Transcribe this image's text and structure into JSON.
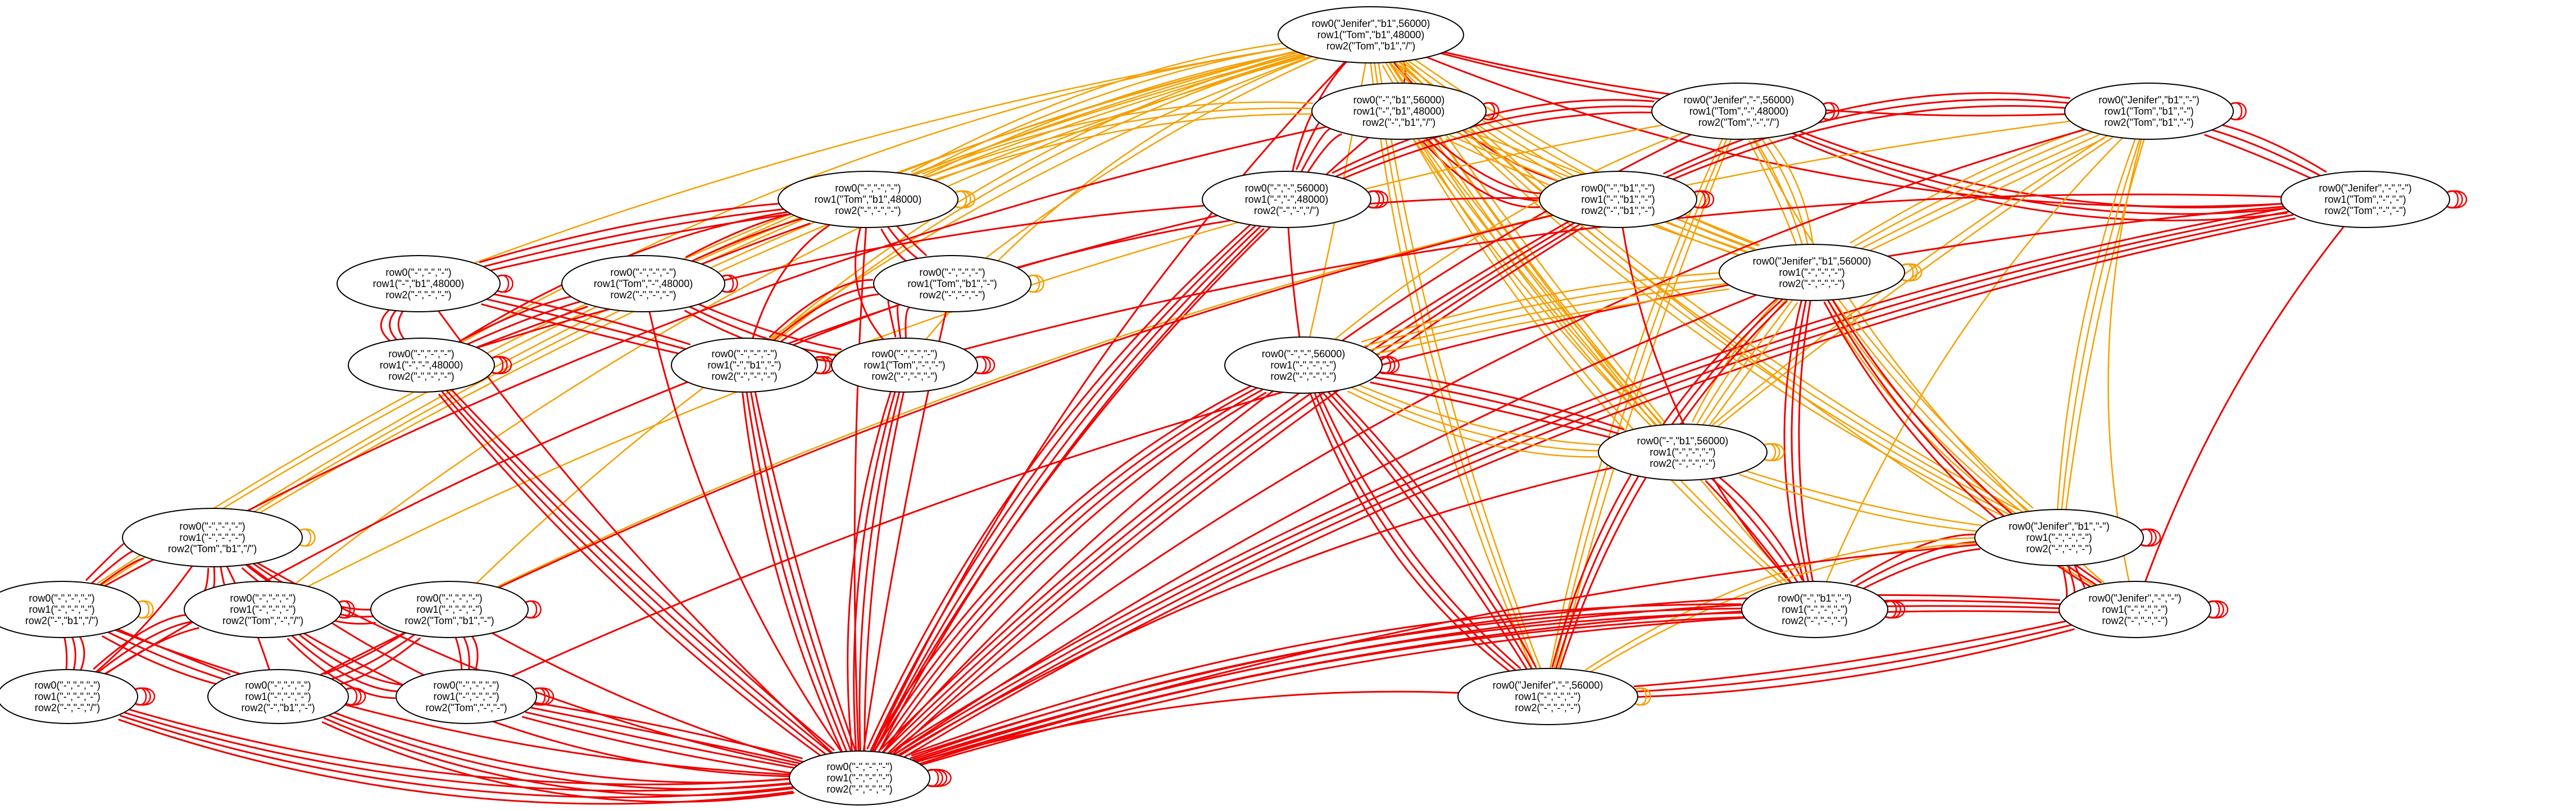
{
  "colors": {
    "red_edge": "#ee0000",
    "orange_edge": "#f5a000",
    "node_border": "#000000",
    "background": "#ffffff"
  },
  "nodes": [
    {
      "id": "n0",
      "lines": [
        "row0(\"Jenifer\",\"b1\",56000)",
        "row1(\"Tom\",\"b1\",48000)",
        "row2(\"Tom\",\"b1\",\"/\")"
      ]
    },
    {
      "id": "n1",
      "lines": [
        "row0(\"-\",\"b1\",56000)",
        "row1(\"-\",\"b1\",48000)",
        "row2(\"-\",\"b1\",\"/\")"
      ]
    },
    {
      "id": "n2",
      "lines": [
        "row0(\"Jenifer\",\"-\",56000)",
        "row1(\"Tom\",\"-\",48000)",
        "row2(\"Tom\",\"-\",\"/\")"
      ]
    },
    {
      "id": "n3",
      "lines": [
        "row0(\"Jenifer\",\"b1\",\"-\")",
        "row1(\"Tom\",\"b1\",\"-\")",
        "row2(\"Tom\",\"b1\",\"-\")"
      ]
    },
    {
      "id": "n4",
      "lines": [
        "row0(\"-\",\"-\",\"-\")",
        "row1(\"Tom\",\"b1\",48000)",
        "row2(\"-\",\"-\",\"-\")"
      ]
    },
    {
      "id": "n5",
      "lines": [
        "row0(\"-\",\"-\",56000)",
        "row1(\"-\",\"-\",48000)",
        "row2(\"-\",\"-\",\"/\")"
      ]
    },
    {
      "id": "n6",
      "lines": [
        "row0(\"-\",\"b1\",\"-\")",
        "row1(\"-\",\"b1\",\"-\")",
        "row2(\"-\",\"b1\",\"-\")"
      ]
    },
    {
      "id": "n7",
      "lines": [
        "row0(\"Jenifer\",\"-\",\"-\")",
        "row1(\"Tom\",\"-\",\"-\")",
        "row2(\"Tom\",\"-\",\"-\")"
      ]
    },
    {
      "id": "n8",
      "lines": [
        "row0(\"-\",\"-\",\"-\")",
        "row1(\"-\",\"b1\",48000)",
        "row2(\"-\",\"-\",\"-\")"
      ]
    },
    {
      "id": "n9",
      "lines": [
        "row0(\"-\",\"-\",\"-\")",
        "row1(\"Tom\",\"-\",48000)",
        "row2(\"-\",\"-\",\"-\")"
      ]
    },
    {
      "id": "n10",
      "lines": [
        "row0(\"-\",\"-\",\"-\")",
        "row1(\"Tom\",\"b1\",\"-\")",
        "row2(\"-\",\"-\",\"-\")"
      ]
    },
    {
      "id": "n11",
      "lines": [
        "row0(\"Jenifer\",\"b1\",56000)",
        "row1(\"-\",\"-\",\"-\")",
        "row2(\"-\",\"-\",\"-\")"
      ]
    },
    {
      "id": "n12",
      "lines": [
        "row0(\"-\",\"-\",\"-\")",
        "row1(\"-\",\"-\",48000)",
        "row2(\"-\",\"-\",\"-\")"
      ]
    },
    {
      "id": "n13",
      "lines": [
        "row0(\"-\",\"-\",\"-\")",
        "row1(\"-\",\"b1\",\"-\")",
        "row2(\"-\",\"-\",\"-\")"
      ]
    },
    {
      "id": "n14",
      "lines": [
        "row0(\"-\",\"-\",\"-\")",
        "row1(\"Tom\",\"-\",\"-\")",
        "row2(\"-\",\"-\",\"-\")"
      ]
    },
    {
      "id": "n15",
      "lines": [
        "row0(\"-\",\"-\",56000)",
        "row1(\"-\",\"-\",\"-\")",
        "row2(\"-\",\"-\",\"-\")"
      ]
    },
    {
      "id": "n16",
      "lines": [
        "row0(\"-\",\"b1\",56000)",
        "row1(\"-\",\"-\",\"-\")",
        "row2(\"-\",\"-\",\"-\")"
      ]
    },
    {
      "id": "n17",
      "lines": [
        "row0(\"-\",\"-\",\"-\")",
        "row1(\"-\",\"-\",\"-\")",
        "row2(\"Tom\",\"b1\",\"/\")"
      ]
    },
    {
      "id": "n18",
      "lines": [
        "row0(\"Jenifer\",\"b1\",\"-\")",
        "row1(\"-\",\"-\",\"-\")",
        "row2(\"-\",\"-\",\"-\")"
      ]
    },
    {
      "id": "n19",
      "lines": [
        "row0(\"-\",\"-\",\"-\")",
        "row1(\"-\",\"-\",\"-\")",
        "row2(\"-\",\"b1\",\"/\")"
      ]
    },
    {
      "id": "n20",
      "lines": [
        "row0(\"-\",\"-\",\"-\")",
        "row1(\"-\",\"-\",\"-\")",
        "row2(\"Tom\",\"-\",\"/\")"
      ]
    },
    {
      "id": "n21",
      "lines": [
        "row0(\"-\",\"-\",\"-\")",
        "row1(\"-\",\"-\",\"-\")",
        "row2(\"Tom\",\"b1\",\"-\")"
      ]
    },
    {
      "id": "n22",
      "lines": [
        "row0(\"-\",\"b1\",\"-\")",
        "row1(\"-\",\"-\",\"-\")",
        "row2(\"-\",\"-\",\"-\")"
      ]
    },
    {
      "id": "n23",
      "lines": [
        "row0(\"Jenifer\",\"-\",\"-\")",
        "row1(\"-\",\"-\",\"-\")",
        "row2(\"-\",\"-\",\"-\")"
      ]
    },
    {
      "id": "n24",
      "lines": [
        "row0(\"-\",\"-\",\"-\")",
        "row1(\"-\",\"-\",\"-\")",
        "row2(\"-\",\"-\",\"/\")"
      ]
    },
    {
      "id": "n25",
      "lines": [
        "row0(\"-\",\"-\",\"-\")",
        "row1(\"-\",\"-\",\"-\")",
        "row2(\"-\",\"b1\",\"-\")"
      ]
    },
    {
      "id": "n26",
      "lines": [
        "row0(\"-\",\"-\",\"-\")",
        "row1(\"-\",\"-\",\"-\")",
        "row2(\"Tom\",\"-\",\"-\")"
      ]
    },
    {
      "id": "n27",
      "lines": [
        "row0(\"Jenifer\",\"-\",56000)",
        "row1(\"-\",\"-\",\"-\")",
        "row2(\"-\",\"-\",\"-\")"
      ]
    },
    {
      "id": "n28",
      "lines": [
        "row0(\"-\",\"-\",\"-\")",
        "row1(\"-\",\"-\",\"-\")",
        "row2(\"-\",\"-\",\"-\")"
      ]
    }
  ],
  "edges": [
    [
      "n0",
      "n1",
      "red",
      1
    ],
    [
      "n0",
      "n2",
      "red",
      1
    ],
    [
      "n0",
      "n3",
      "red",
      1
    ],
    [
      "n0",
      "n4",
      "orange",
      3
    ],
    [
      "n0",
      "n5",
      "red",
      1
    ],
    [
      "n0",
      "n6",
      "red",
      1
    ],
    [
      "n0",
      "n7",
      "red",
      1
    ],
    [
      "n0",
      "n8",
      "orange",
      1
    ],
    [
      "n0",
      "n9",
      "orange",
      1
    ],
    [
      "n0",
      "n10",
      "orange",
      1
    ],
    [
      "n0",
      "n11",
      "orange",
      4
    ],
    [
      "n0",
      "n12",
      "orange",
      1
    ],
    [
      "n0",
      "n13",
      "orange",
      2
    ],
    [
      "n0",
      "n14",
      "orange",
      1
    ],
    [
      "n0",
      "n15",
      "orange",
      1
    ],
    [
      "n0",
      "n16",
      "orange",
      4
    ],
    [
      "n0",
      "n17",
      "orange",
      3
    ],
    [
      "n0",
      "n18",
      "orange",
      4
    ],
    [
      "n0",
      "n19",
      "orange",
      2
    ],
    [
      "n0",
      "n20",
      "orange",
      1
    ],
    [
      "n0",
      "n21",
      "orange",
      1
    ],
    [
      "n0",
      "n22",
      "orange",
      1
    ],
    [
      "n0",
      "n23",
      "orange",
      1
    ],
    [
      "n0",
      "n27",
      "orange",
      3
    ],
    [
      "n0",
      "n28",
      "red",
      1
    ],
    [
      "n1",
      "n4",
      "orange",
      3
    ],
    [
      "n1",
      "n5",
      "red",
      3
    ],
    [
      "n1",
      "n6",
      "red",
      3
    ],
    [
      "n1",
      "n11",
      "orange",
      4
    ],
    [
      "n1",
      "n16",
      "orange",
      3
    ],
    [
      "n1",
      "n19",
      "red",
      1
    ],
    [
      "n1",
      "n22",
      "orange",
      2
    ],
    [
      "n1",
      "n28",
      "red",
      1
    ],
    [
      "n2",
      "n5",
      "red",
      3
    ],
    [
      "n2",
      "n7",
      "red",
      3
    ],
    [
      "n2",
      "n11",
      "orange",
      4
    ],
    [
      "n2",
      "n27",
      "orange",
      3
    ],
    [
      "n2",
      "n20",
      "orange",
      1
    ],
    [
      "n2",
      "n15",
      "orange",
      1
    ],
    [
      "n2",
      "n23",
      "orange",
      1
    ],
    [
      "n2",
      "n28",
      "red",
      1
    ],
    [
      "n3",
      "n6",
      "red",
      3
    ],
    [
      "n3",
      "n7",
      "red",
      3
    ],
    [
      "n3",
      "n11",
      "orange",
      4
    ],
    [
      "n3",
      "n18",
      "orange",
      3
    ],
    [
      "n3",
      "n21",
      "orange",
      1
    ],
    [
      "n3",
      "n22",
      "orange",
      1
    ],
    [
      "n3",
      "n23",
      "orange",
      1
    ],
    [
      "n3",
      "n28",
      "red",
      1
    ],
    [
      "n3",
      "n16",
      "orange",
      2
    ],
    [
      "n4",
      "n8",
      "red",
      3
    ],
    [
      "n4",
      "n9",
      "red",
      3
    ],
    [
      "n4",
      "n10",
      "red",
      3
    ],
    [
      "n4",
      "n12",
      "red",
      1
    ],
    [
      "n4",
      "n13",
      "red",
      1
    ],
    [
      "n4",
      "n14",
      "red",
      1
    ],
    [
      "n4",
      "n28",
      "red",
      1
    ],
    [
      "n5",
      "n12",
      "red",
      1
    ],
    [
      "n5",
      "n15",
      "red",
      1
    ],
    [
      "n5",
      "n24",
      "red",
      1
    ],
    [
      "n5",
      "n28",
      "red",
      4
    ],
    [
      "n6",
      "n13",
      "red",
      1
    ],
    [
      "n6",
      "n22",
      "red",
      1
    ],
    [
      "n6",
      "n25",
      "red",
      1
    ],
    [
      "n6",
      "n28",
      "red",
      4
    ],
    [
      "n7",
      "n14",
      "red",
      1
    ],
    [
      "n7",
      "n23",
      "red",
      1
    ],
    [
      "n7",
      "n26",
      "red",
      1
    ],
    [
      "n7",
      "n28",
      "red",
      4
    ],
    [
      "n8",
      "n12",
      "red",
      3
    ],
    [
      "n8",
      "n13",
      "red",
      3
    ],
    [
      "n8",
      "n28",
      "red",
      1
    ],
    [
      "n9",
      "n12",
      "red",
      3
    ],
    [
      "n9",
      "n14",
      "red",
      3
    ],
    [
      "n9",
      "n28",
      "red",
      1
    ],
    [
      "n10",
      "n13",
      "red",
      3
    ],
    [
      "n10",
      "n14",
      "red",
      3
    ],
    [
      "n10",
      "n28",
      "red",
      1
    ],
    [
      "n11",
      "n15",
      "orange",
      4
    ],
    [
      "n11",
      "n16",
      "orange",
      4
    ],
    [
      "n11",
      "n18",
      "orange",
      4
    ],
    [
      "n11",
      "n22",
      "red",
      3
    ],
    [
      "n11",
      "n23",
      "red",
      3
    ],
    [
      "n11",
      "n27",
      "red",
      3
    ],
    [
      "n11",
      "n28",
      "red",
      1
    ],
    [
      "n12",
      "n28",
      "red",
      4
    ],
    [
      "n13",
      "n28",
      "red",
      4
    ],
    [
      "n14",
      "n28",
      "red",
      4
    ],
    [
      "n15",
      "n16",
      "orange",
      3
    ],
    [
      "n15",
      "n27",
      "red",
      3
    ],
    [
      "n15",
      "n28",
      "red",
      4
    ],
    [
      "n16",
      "n22",
      "red",
      3
    ],
    [
      "n16",
      "n15",
      "red",
      3
    ],
    [
      "n16",
      "n18",
      "orange",
      2
    ],
    [
      "n16",
      "n28",
      "red",
      1
    ],
    [
      "n17",
      "n19",
      "red",
      3
    ],
    [
      "n17",
      "n20",
      "red",
      3
    ],
    [
      "n17",
      "n21",
      "red",
      3
    ],
    [
      "n17",
      "n24",
      "red",
      1
    ],
    [
      "n17",
      "n25",
      "red",
      1
    ],
    [
      "n17",
      "n26",
      "red",
      1
    ],
    [
      "n17",
      "n28",
      "red",
      1
    ],
    [
      "n18",
      "n22",
      "red",
      3
    ],
    [
      "n18",
      "n23",
      "red",
      3
    ],
    [
      "n18",
      "n27",
      "orange",
      2
    ],
    [
      "n18",
      "n28",
      "red",
      1
    ],
    [
      "n19",
      "n24",
      "red",
      3
    ],
    [
      "n19",
      "n25",
      "red",
      3
    ],
    [
      "n19",
      "n28",
      "red",
      1
    ],
    [
      "n20",
      "n24",
      "red",
      3
    ],
    [
      "n20",
      "n26",
      "red",
      3
    ],
    [
      "n20",
      "n28",
      "red",
      1
    ],
    [
      "n21",
      "n25",
      "red",
      3
    ],
    [
      "n21",
      "n26",
      "red",
      3
    ],
    [
      "n21",
      "n28",
      "red",
      1
    ],
    [
      "n22",
      "n28",
      "red",
      4
    ],
    [
      "n23",
      "n28",
      "red",
      4
    ],
    [
      "n24",
      "n28",
      "red",
      4
    ],
    [
      "n25",
      "n28",
      "red",
      4
    ],
    [
      "n26",
      "n28",
      "red",
      4
    ],
    [
      "n27",
      "n23",
      "red",
      3
    ],
    [
      "n27",
      "n15",
      "red",
      3
    ],
    [
      "n27",
      "n28",
      "red",
      1
    ]
  ],
  "self_loops": [
    [
      "n0",
      "red",
      0
    ],
    [
      "n1",
      "red",
      2
    ],
    [
      "n2",
      "red",
      2
    ],
    [
      "n3",
      "red",
      2
    ],
    [
      "n4",
      "orange",
      3
    ],
    [
      "n5",
      "red",
      3
    ],
    [
      "n6",
      "red",
      3
    ],
    [
      "n7",
      "red",
      3
    ],
    [
      "n8",
      "red",
      2
    ],
    [
      "n9",
      "red",
      2
    ],
    [
      "n10",
      "orange",
      2
    ],
    [
      "n11",
      "orange",
      3
    ],
    [
      "n12",
      "red",
      3
    ],
    [
      "n13",
      "red",
      3
    ],
    [
      "n14",
      "red",
      3
    ],
    [
      "n15",
      "red",
      3
    ],
    [
      "n16",
      "orange",
      3
    ],
    [
      "n17",
      "orange",
      2
    ],
    [
      "n18",
      "red",
      3
    ],
    [
      "n19",
      "orange",
      2
    ],
    [
      "n20",
      "red",
      2
    ],
    [
      "n21",
      "red",
      2
    ],
    [
      "n22",
      "red",
      3
    ],
    [
      "n23",
      "red",
      3
    ],
    [
      "n24",
      "red",
      3
    ],
    [
      "n25",
      "red",
      3
    ],
    [
      "n26",
      "red",
      3
    ],
    [
      "n27",
      "orange",
      2
    ],
    [
      "n28",
      "red",
      4
    ]
  ]
}
